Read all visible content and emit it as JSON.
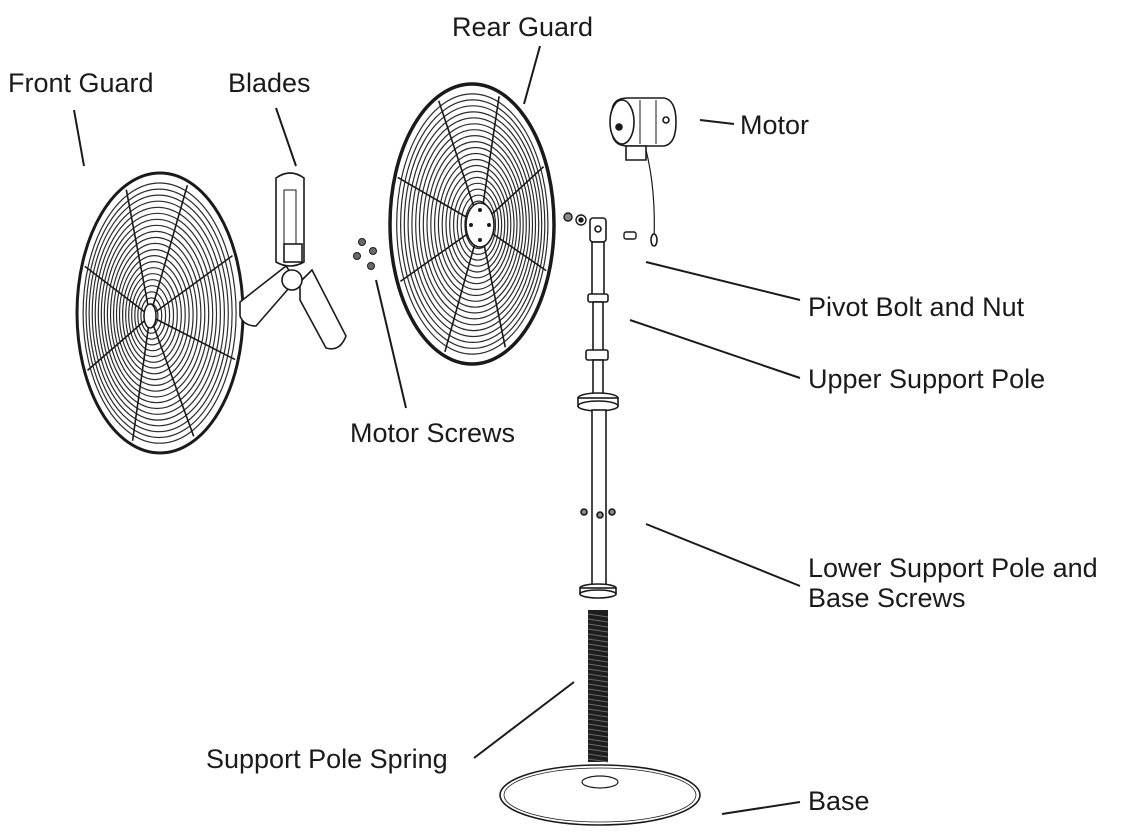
{
  "labels": {
    "front_guard": "Front Guard",
    "blades": "Blades",
    "rear_guard": "Rear Guard",
    "motor": "Motor",
    "motor_screws": "Motor Screws",
    "pivot_bolt_nut": "Pivot Bolt and Nut",
    "upper_support_pole": "Upper Support Pole",
    "lower_support_pole_line1": "Lower Support Pole and",
    "lower_support_pole_line2": "Base Screws",
    "support_pole_spring": "Support Pole Spring",
    "base": "Base"
  },
  "colors": {
    "ink": "#1a1a1a",
    "grille": "#2b2b2b",
    "paper": "#ffffff"
  }
}
